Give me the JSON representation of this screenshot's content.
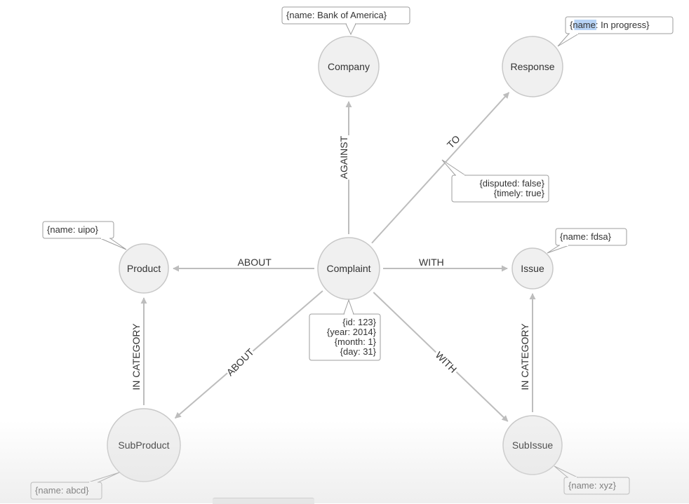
{
  "colors": {
    "node_fill": "#f0f0f0",
    "node_stroke": "#c8c8c8",
    "edge": "#bdbdbd",
    "text": "#333333",
    "highlight": "#b7d3f5"
  },
  "nodes": [
    {
      "id": "company",
      "label": "Company"
    },
    {
      "id": "response",
      "label": "Response"
    },
    {
      "id": "product",
      "label": "Product"
    },
    {
      "id": "complaint",
      "label": "Complaint"
    },
    {
      "id": "issue",
      "label": "Issue"
    },
    {
      "id": "subproduct",
      "label": "SubProduct"
    },
    {
      "id": "subissue",
      "label": "SubIssue"
    }
  ],
  "edges": [
    {
      "id": "against",
      "from": "complaint",
      "to": "company",
      "label": "AGAINST"
    },
    {
      "id": "to",
      "from": "complaint",
      "to": "response",
      "label": "TO"
    },
    {
      "id": "about-product",
      "from": "complaint",
      "to": "product",
      "label": "ABOUT"
    },
    {
      "id": "with-issue",
      "from": "complaint",
      "to": "issue",
      "label": "WITH"
    },
    {
      "id": "about-subproduct",
      "from": "complaint",
      "to": "subproduct",
      "label": "ABOUT"
    },
    {
      "id": "with-subissue",
      "from": "complaint",
      "to": "subissue",
      "label": "WITH"
    },
    {
      "id": "subproduct-category",
      "from": "subproduct",
      "to": "product",
      "label": "IN CATEGORY"
    },
    {
      "id": "subissue-category",
      "from": "subissue",
      "to": "issue",
      "label": "IN CATEGORY"
    }
  ],
  "callouts": [
    {
      "id": "company-props",
      "lines": [
        "{name: Bank of America}"
      ]
    },
    {
      "id": "response-props",
      "lines": [
        "{name: In progress}"
      ],
      "highlight": "name"
    },
    {
      "id": "response-edge-props",
      "lines": [
        "{disputed: false}",
        "{timely: true}"
      ]
    },
    {
      "id": "product-props",
      "lines": [
        "{name: uipo}"
      ]
    },
    {
      "id": "issue-props",
      "lines": [
        "{name: fdsa}"
      ]
    },
    {
      "id": "complaint-props",
      "lines": [
        "{id: 123}",
        "{year: 2014}",
        "{month: 1}",
        "{day: 31}"
      ]
    },
    {
      "id": "subproduct-props",
      "lines": [
        "{name: abcd}"
      ]
    },
    {
      "id": "subissue-props",
      "lines": [
        "{name: xyz}"
      ]
    }
  ]
}
